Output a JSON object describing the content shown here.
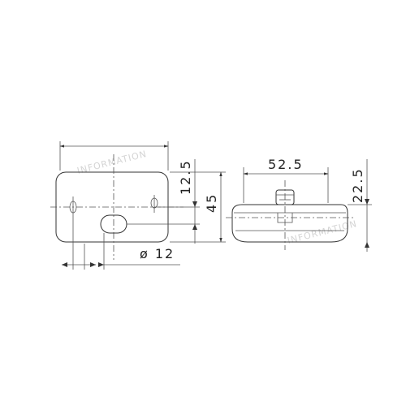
{
  "drawing": {
    "front_view": {
      "dim_diameter": "ø 12",
      "dim_hole_offset": "12.5",
      "dim_height": "45"
    },
    "side_view": {
      "dim_width": "52.5",
      "dim_depth": "22.5"
    },
    "watermark": "INFORMATION"
  }
}
